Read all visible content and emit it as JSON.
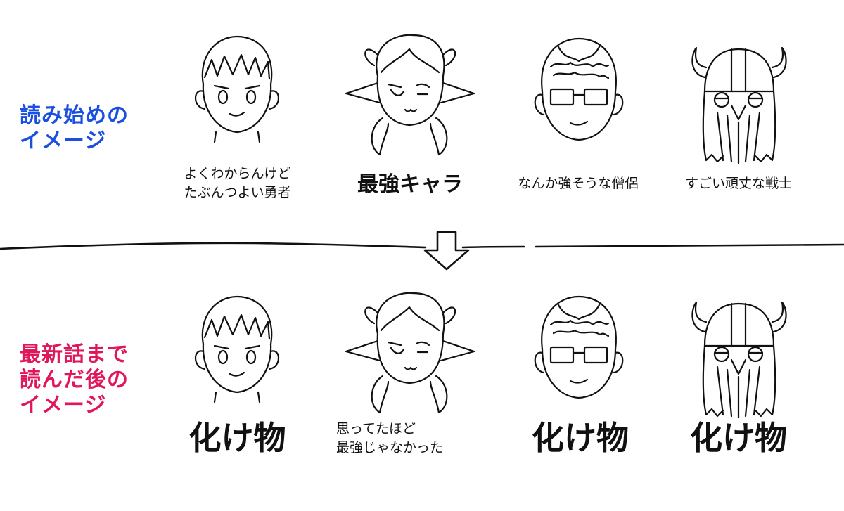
{
  "colors": {
    "before_label": "#1a4fe0",
    "after_label": "#e0175a",
    "ink": "#111111"
  },
  "labels": {
    "before": [
      "読み始めの",
      "イメージ"
    ],
    "after": [
      "最新話まで",
      "読んだ後の",
      "イメージ"
    ]
  },
  "characters": [
    {
      "id": "hero",
      "icon": "boy-face-icon"
    },
    {
      "id": "girl",
      "icon": "elf-girl-face-icon"
    },
    {
      "id": "priest",
      "icon": "glasses-man-face-icon"
    },
    {
      "id": "warrior",
      "icon": "horned-helmet-warrior-icon"
    }
  ],
  "captions_before": [
    [
      "よくわからんけど",
      "たぶんつよい勇者"
    ],
    [
      "最強キャラ"
    ],
    [
      "なんか強そうな僧侶"
    ],
    [
      "すごい頑丈な戦士"
    ]
  ],
  "captions_after": [
    [
      "化け物"
    ],
    [
      "思ってたほど",
      "最強じゃなかった"
    ],
    [
      "化け物"
    ],
    [
      "化け物"
    ]
  ],
  "arrow_icon": "down-arrow-icon"
}
